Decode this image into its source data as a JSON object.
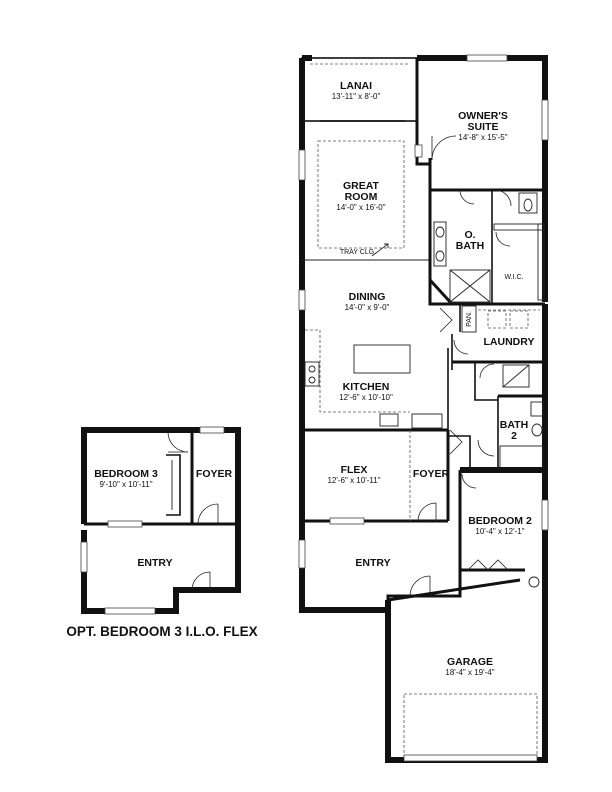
{
  "rooms": {
    "lanai": {
      "name": "LANAI",
      "dims": "13'-11\" x 8'-0\""
    },
    "owners_suite": {
      "name_line1": "OWNER'S",
      "name_line2": "SUITE",
      "dims": "14'-8\" x 15'-5\""
    },
    "great_room": {
      "name_line1": "GREAT",
      "name_line2": "ROOM",
      "dims": "14'-0\" x 16'-0\""
    },
    "tray_ceiling": "TRAY CLG.",
    "o_bath": {
      "name_line1": "O.",
      "name_line2": "BATH"
    },
    "wic": "W.I.C.",
    "dining": {
      "name": "DINING",
      "dims": "14'-0\" x 9'-0\""
    },
    "pantry": "PAN.",
    "laundry": "LAUNDRY",
    "kitchen": {
      "name": "KITCHEN",
      "dims": "12'-6\" x 10'-10\""
    },
    "bath2": {
      "name_line1": "BATH",
      "name_line2": "2"
    },
    "flex": {
      "name": "FLEX",
      "dims": "12'-6\" x 10'-11\""
    },
    "foyer": "FOYER",
    "bedroom2": {
      "name": "BEDROOM 2",
      "dims": "10'-4\" x 12'-1\""
    },
    "entry": "ENTRY",
    "garage": {
      "name": "GARAGE",
      "dims": "18'-4\" x 19'-4\""
    }
  },
  "option": {
    "bedroom3": {
      "name": "BEDROOM 3",
      "dims": "9'-10\" x 10'-11\""
    },
    "foyer": "FOYER",
    "entry": "ENTRY",
    "caption": "OPT. BEDROOM 3 I.L.O. FLEX"
  }
}
